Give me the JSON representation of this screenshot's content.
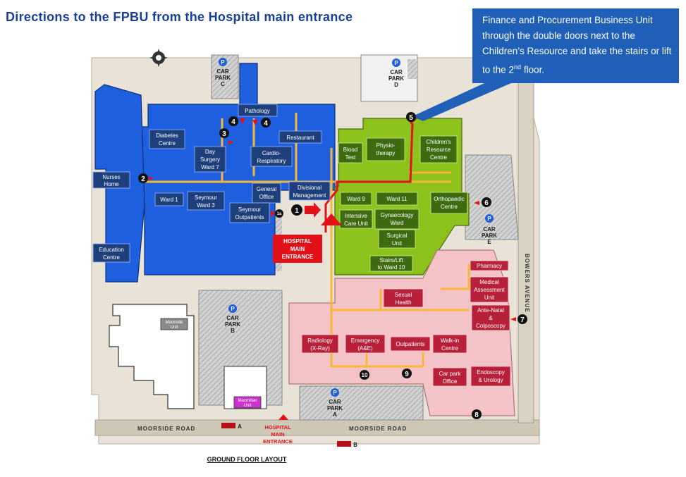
{
  "title": "Directions to the FPBU from the Hospital main entrance",
  "callout": {
    "text_before": "Finance and Procurement Business Unit through the double doors next to the Children’s Resource and take the stairs or lift to the 2",
    "superscript": "nd",
    "text_after": " floor."
  },
  "colors": {
    "blue_wing": "#1e5fe0",
    "green_wing": "#8cc21b",
    "pink_wing": "#f4c3c7",
    "route": "#e3121a",
    "corridor": "#f6b836",
    "callout_bg": "#1f5fb8",
    "title": "#1a3f96"
  },
  "blue_units": {
    "pathology": "Pathology",
    "restaurant": "Restaurant",
    "diabetes": [
      "Diabetes",
      "Centre"
    ],
    "day_surgery": [
      "Day",
      "Surgery",
      "Ward 7"
    ],
    "cardio": [
      "Cardio-",
      "Respiratory"
    ],
    "ward1": "Ward 1",
    "seymour_ward3": [
      "Seymour",
      "Ward 3"
    ],
    "general_office": [
      "General",
      "Office"
    ],
    "divisional": [
      "Divisional",
      "Management"
    ],
    "seymour_outpatients": [
      "Seymour",
      "Outpatients"
    ],
    "nurses_home": [
      "Nurses",
      "Home"
    ],
    "education": [
      "Education",
      "Centre"
    ]
  },
  "green_units": {
    "blood_test": [
      "Blood",
      "Test"
    ],
    "physio": [
      "Physio-",
      "therapy"
    ],
    "childrens": [
      "Children's",
      "Resource",
      "Centre"
    ],
    "ward9": "Ward 9",
    "ward11": "Ward 11",
    "orthopaedic": [
      "Orthopaedic",
      "Centre"
    ],
    "intensive": [
      "Intensive",
      "Care Unit"
    ],
    "gynaecology": [
      "Gynaecology",
      "Ward"
    ],
    "surgical": [
      "Surgical",
      "Unit"
    ],
    "stairs": [
      "Stairs/Lift",
      "to Ward 10"
    ]
  },
  "pink_units": {
    "pharmacy": "Pharmacy",
    "medical": [
      "Medical",
      "Assessment",
      "Unit"
    ],
    "sexual": [
      "Sexual",
      "Health"
    ],
    "antenatal": [
      "Ante-Natal",
      "&",
      "Colposcopy"
    ],
    "radiology": [
      "Radiology",
      "(X-Ray)"
    ],
    "emergency": [
      "Emergency",
      "(A&E)"
    ],
    "outpatients": "Outpatients",
    "walkin": [
      "Walk-in",
      "Centre"
    ],
    "carpark_office": [
      "Car park",
      "Office"
    ],
    "endoscopy": [
      "Endoscopy",
      "& Urology"
    ]
  },
  "other_units": {
    "macmillan": [
      "Macmillan",
      "Unit"
    ],
    "moorside_unit": [
      "Moorside",
      "Unit"
    ]
  },
  "car_parks": {
    "a": [
      "CAR",
      "PARK",
      "A"
    ],
    "b": [
      "CAR",
      "PARK",
      "B"
    ],
    "c": [
      "CAR",
      "PARK",
      "C"
    ],
    "d": [
      "CAR",
      "PARK",
      "D"
    ],
    "e": [
      "CAR",
      "PARK",
      "E"
    ],
    "p_symbol": "P"
  },
  "main_entrance": [
    "HOSPITAL",
    "MAIN",
    "ENTRANCE"
  ],
  "bottom_entrance": [
    "HOSPITAL",
    "MAIN",
    "ENTRANCE"
  ],
  "entrance_numbers": [
    "1",
    "2",
    "3",
    "4",
    "4",
    "5",
    "6",
    "7",
    "8",
    "9",
    "10",
    "1a"
  ],
  "roads": {
    "moorside_left": "MOORSIDE ROAD",
    "moorside_right": "MOORSIDE ROAD",
    "bowers": "BOWERS AVENUE"
  },
  "bus_stops": [
    "A",
    "B"
  ],
  "layout_label": "GROUND FLOOR LAYOUT"
}
